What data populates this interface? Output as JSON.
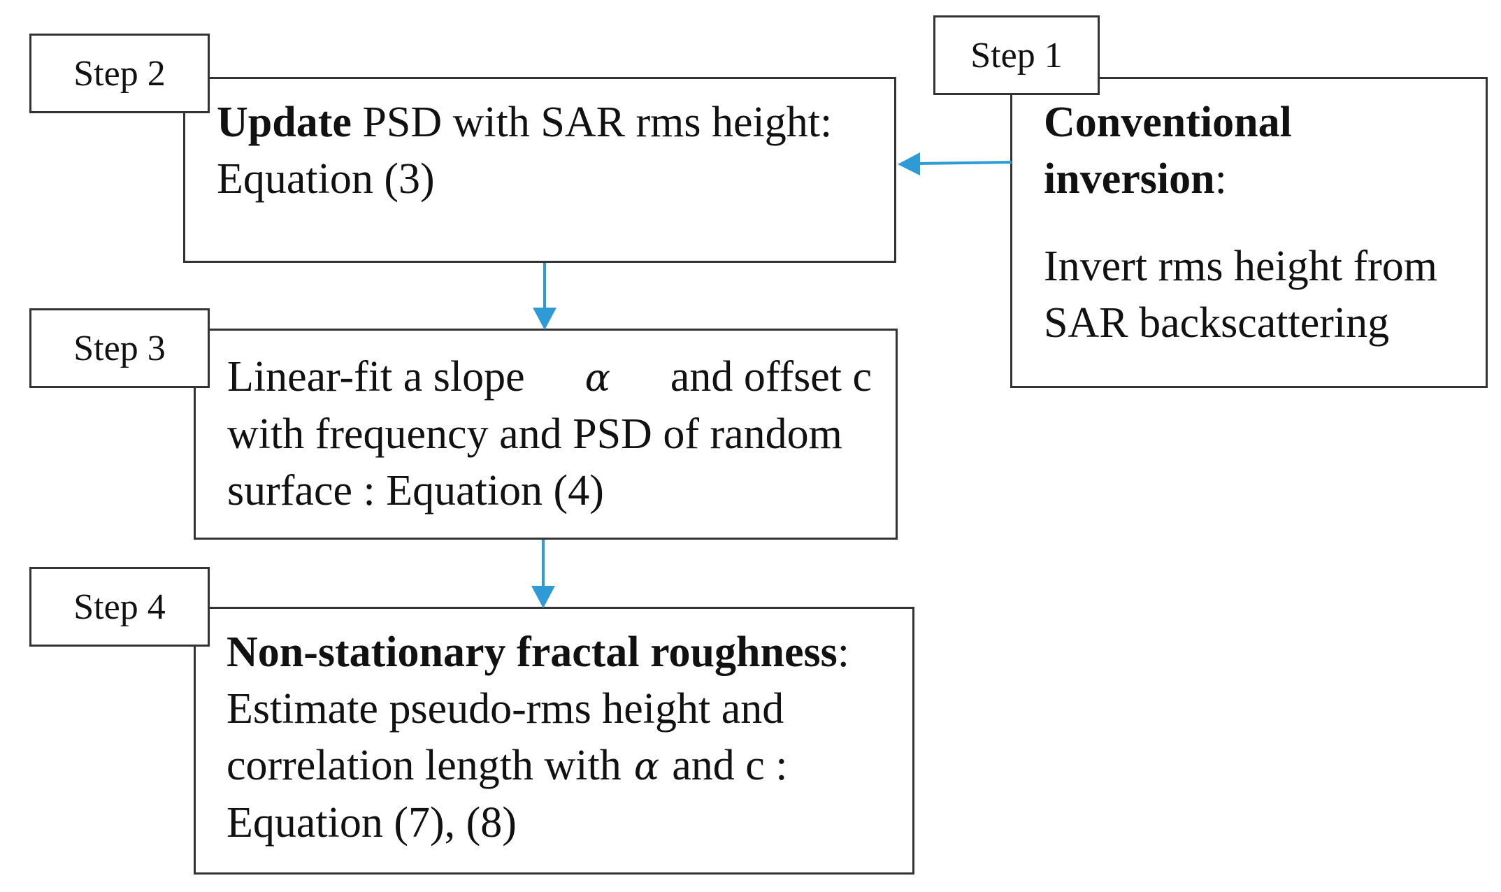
{
  "step1": {
    "tag": "Step 1",
    "title_line1": "Conventional",
    "title_line2": "inversion",
    "title_suffix": ":",
    "body_line1": "Invert rms height from",
    "body_line2": "SAR backscattering"
  },
  "step2": {
    "tag": "Step 2",
    "bold": "Update",
    "line1_rest": " PSD with SAR rms height:",
    "line2": "Equation (3)"
  },
  "step3": {
    "tag": "Step 3",
    "line1_a": "Linear-fit a slope",
    "alpha": "α",
    "line1_b": "and offset c",
    "line2": "with frequency and PSD of random",
    "line3": "surface : Equation (4)"
  },
  "step4": {
    "tag": "Step 4",
    "bold": "Non-stationary fractal roughness",
    "bold_suffix": ":",
    "line2": "Estimate pseudo-rms height and",
    "line3_a": "correlation length with",
    "alpha": "α",
    "line3_b": "and c :",
    "line4": "Equation (7), (8)"
  },
  "colors": {
    "arrow": "#2e9bd6",
    "border": "#333333"
  }
}
